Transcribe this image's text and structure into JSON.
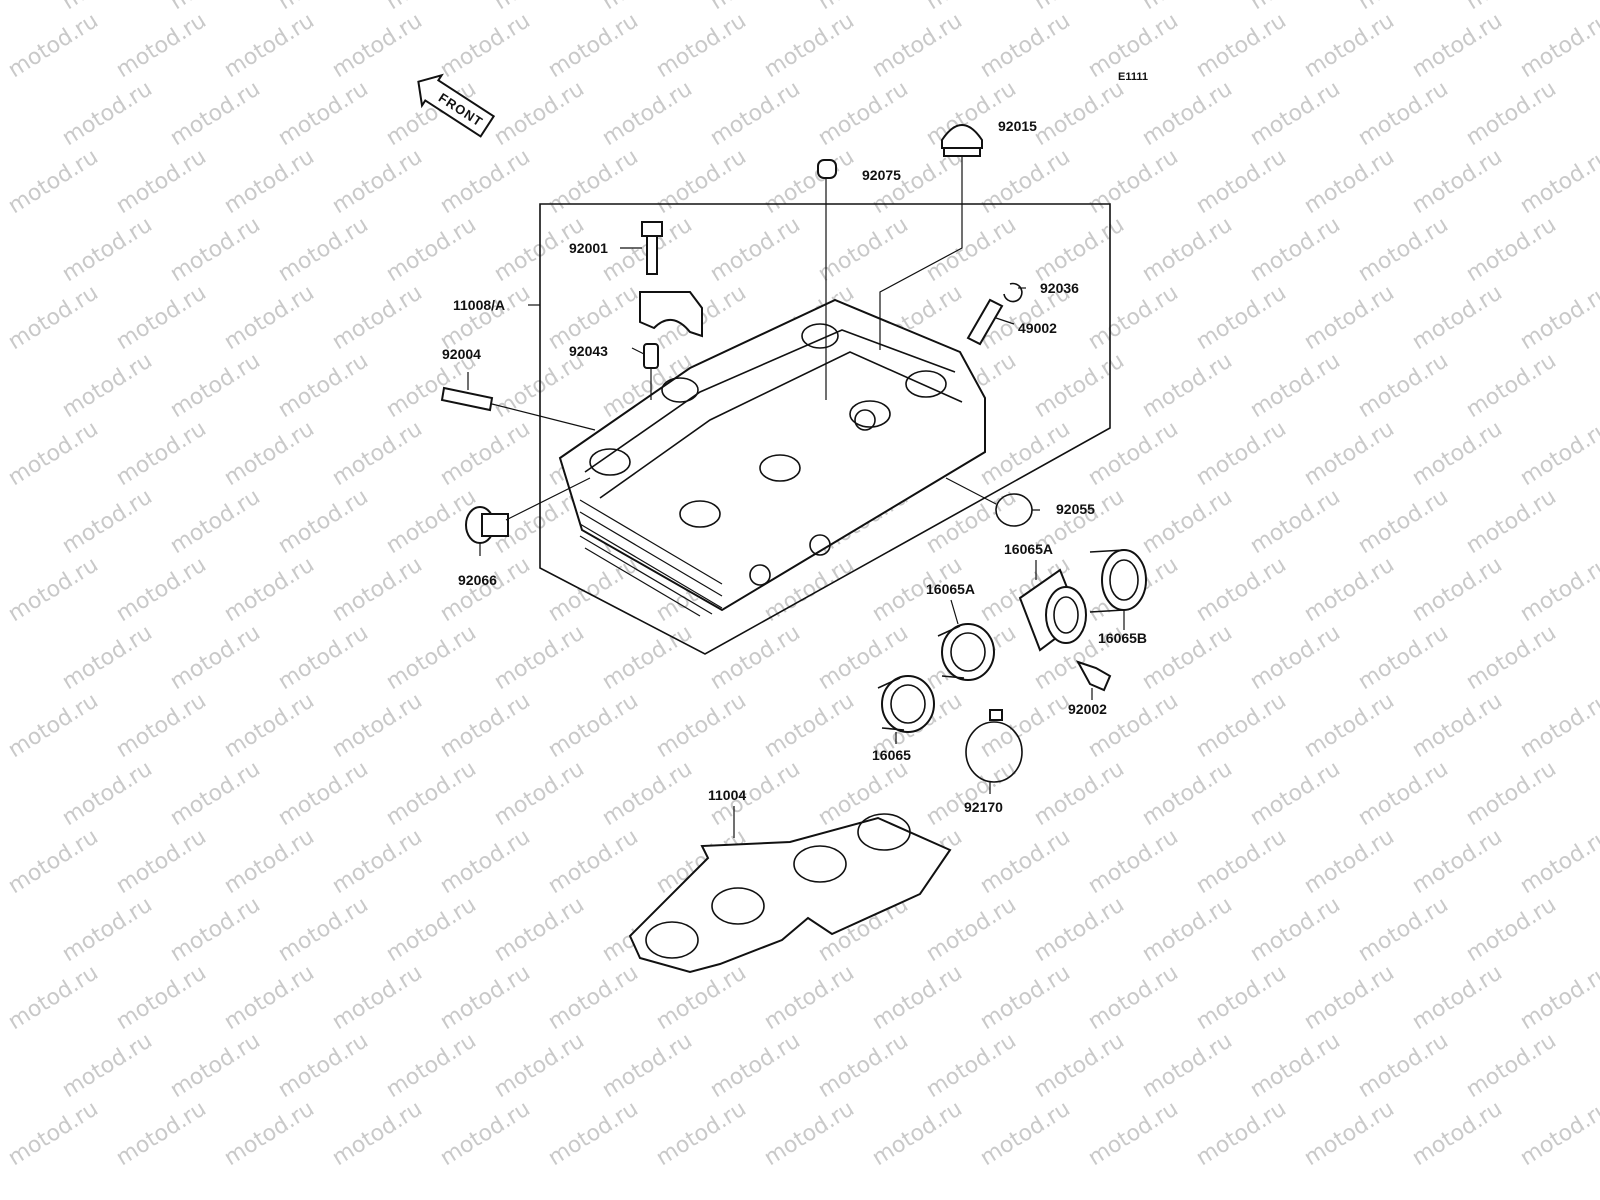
{
  "watermark": {
    "text": "motod.ru"
  },
  "diagram_code": "E1111",
  "front_arrow": {
    "text": "FRONT"
  },
  "parts": [
    {
      "id": "92015",
      "label": "92015"
    },
    {
      "id": "92075",
      "label": "92075"
    },
    {
      "id": "92001",
      "label": "92001"
    },
    {
      "id": "11008a",
      "label": "11008/A"
    },
    {
      "id": "92036",
      "label": "92036"
    },
    {
      "id": "49002",
      "label": "49002"
    },
    {
      "id": "92043",
      "label": "92043"
    },
    {
      "id": "92004",
      "label": "92004"
    },
    {
      "id": "92055",
      "label": "92055"
    },
    {
      "id": "92066",
      "label": "92066"
    },
    {
      "id": "16065a-1",
      "label": "16065A"
    },
    {
      "id": "16065a-2",
      "label": "16065A"
    },
    {
      "id": "16065b",
      "label": "16065B"
    },
    {
      "id": "92002",
      "label": "92002"
    },
    {
      "id": "16065",
      "label": "16065"
    },
    {
      "id": "92170",
      "label": "92170"
    },
    {
      "id": "11004",
      "label": "11004"
    }
  ]
}
